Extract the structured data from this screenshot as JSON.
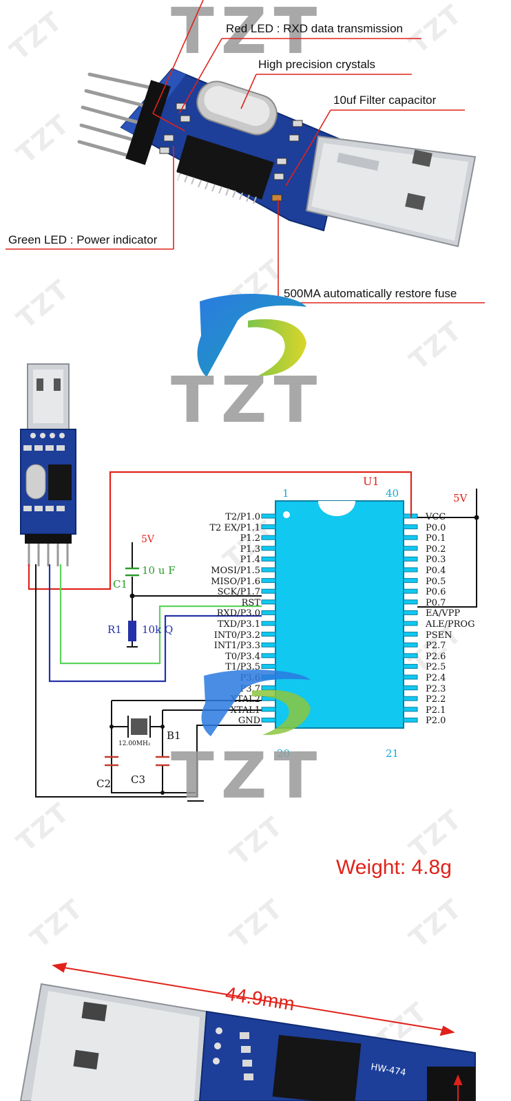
{
  "watermark": {
    "text": "TZT"
  },
  "callouts": {
    "red_led": "Red LED : RXD data transmission",
    "crystal": "High precision crystals",
    "capacitor": "10uf Filter capacitor",
    "green_led": "Green LED : Power indicator",
    "fuse": "500MA automatically restore fuse"
  },
  "board": {
    "silk_top": "HW-474",
    "silk_bottom": "HW-474"
  },
  "schematic": {
    "chip_name": "U1",
    "pin_1": "1",
    "pin_40": "40",
    "pin_20": "20",
    "pin_21": "21",
    "left_pins": [
      "T2/P1.0",
      "T2 EX/P1.1",
      "P1.2",
      "P1.3",
      "P1.4",
      "MOSI/P1.5",
      "MISO/P1.6",
      "SCK/P1.7",
      "RST",
      "RXD/P3.0",
      "TXD/P3.1",
      "INT0/P3.2",
      "INT1/P3.3",
      "T0/P3.4",
      "T1/P3.5",
      "P3.6",
      "P3.7",
      "XTAL2",
      "XTAL1",
      "GND"
    ],
    "right_pins": [
      "VCC",
      "P0.0",
      "P0.1",
      "P0.2",
      "P0.3",
      "P0.4",
      "P0.5",
      "P0.6",
      "P0.7",
      "EA/VPP",
      "ALE/PROG",
      "PSEN",
      "P2.7",
      "P2.6",
      "P2.5",
      "P2.4",
      "P2.3",
      "P2.2",
      "P2.1",
      "P2.0"
    ],
    "vcc_label": "5V",
    "rst_5v": "5V",
    "cap_c1_value": "10 u F",
    "cap_c1_name": "C1",
    "res_r1_name": "R1",
    "res_r1_value": "10k Q",
    "crystal_value": "12.00MH₂",
    "crystal_name": "B1",
    "cap_c2_name": "C2",
    "cap_c3_name": "C3"
  },
  "weight": "Weight: 4.8g",
  "dimension": "44.9mm"
}
